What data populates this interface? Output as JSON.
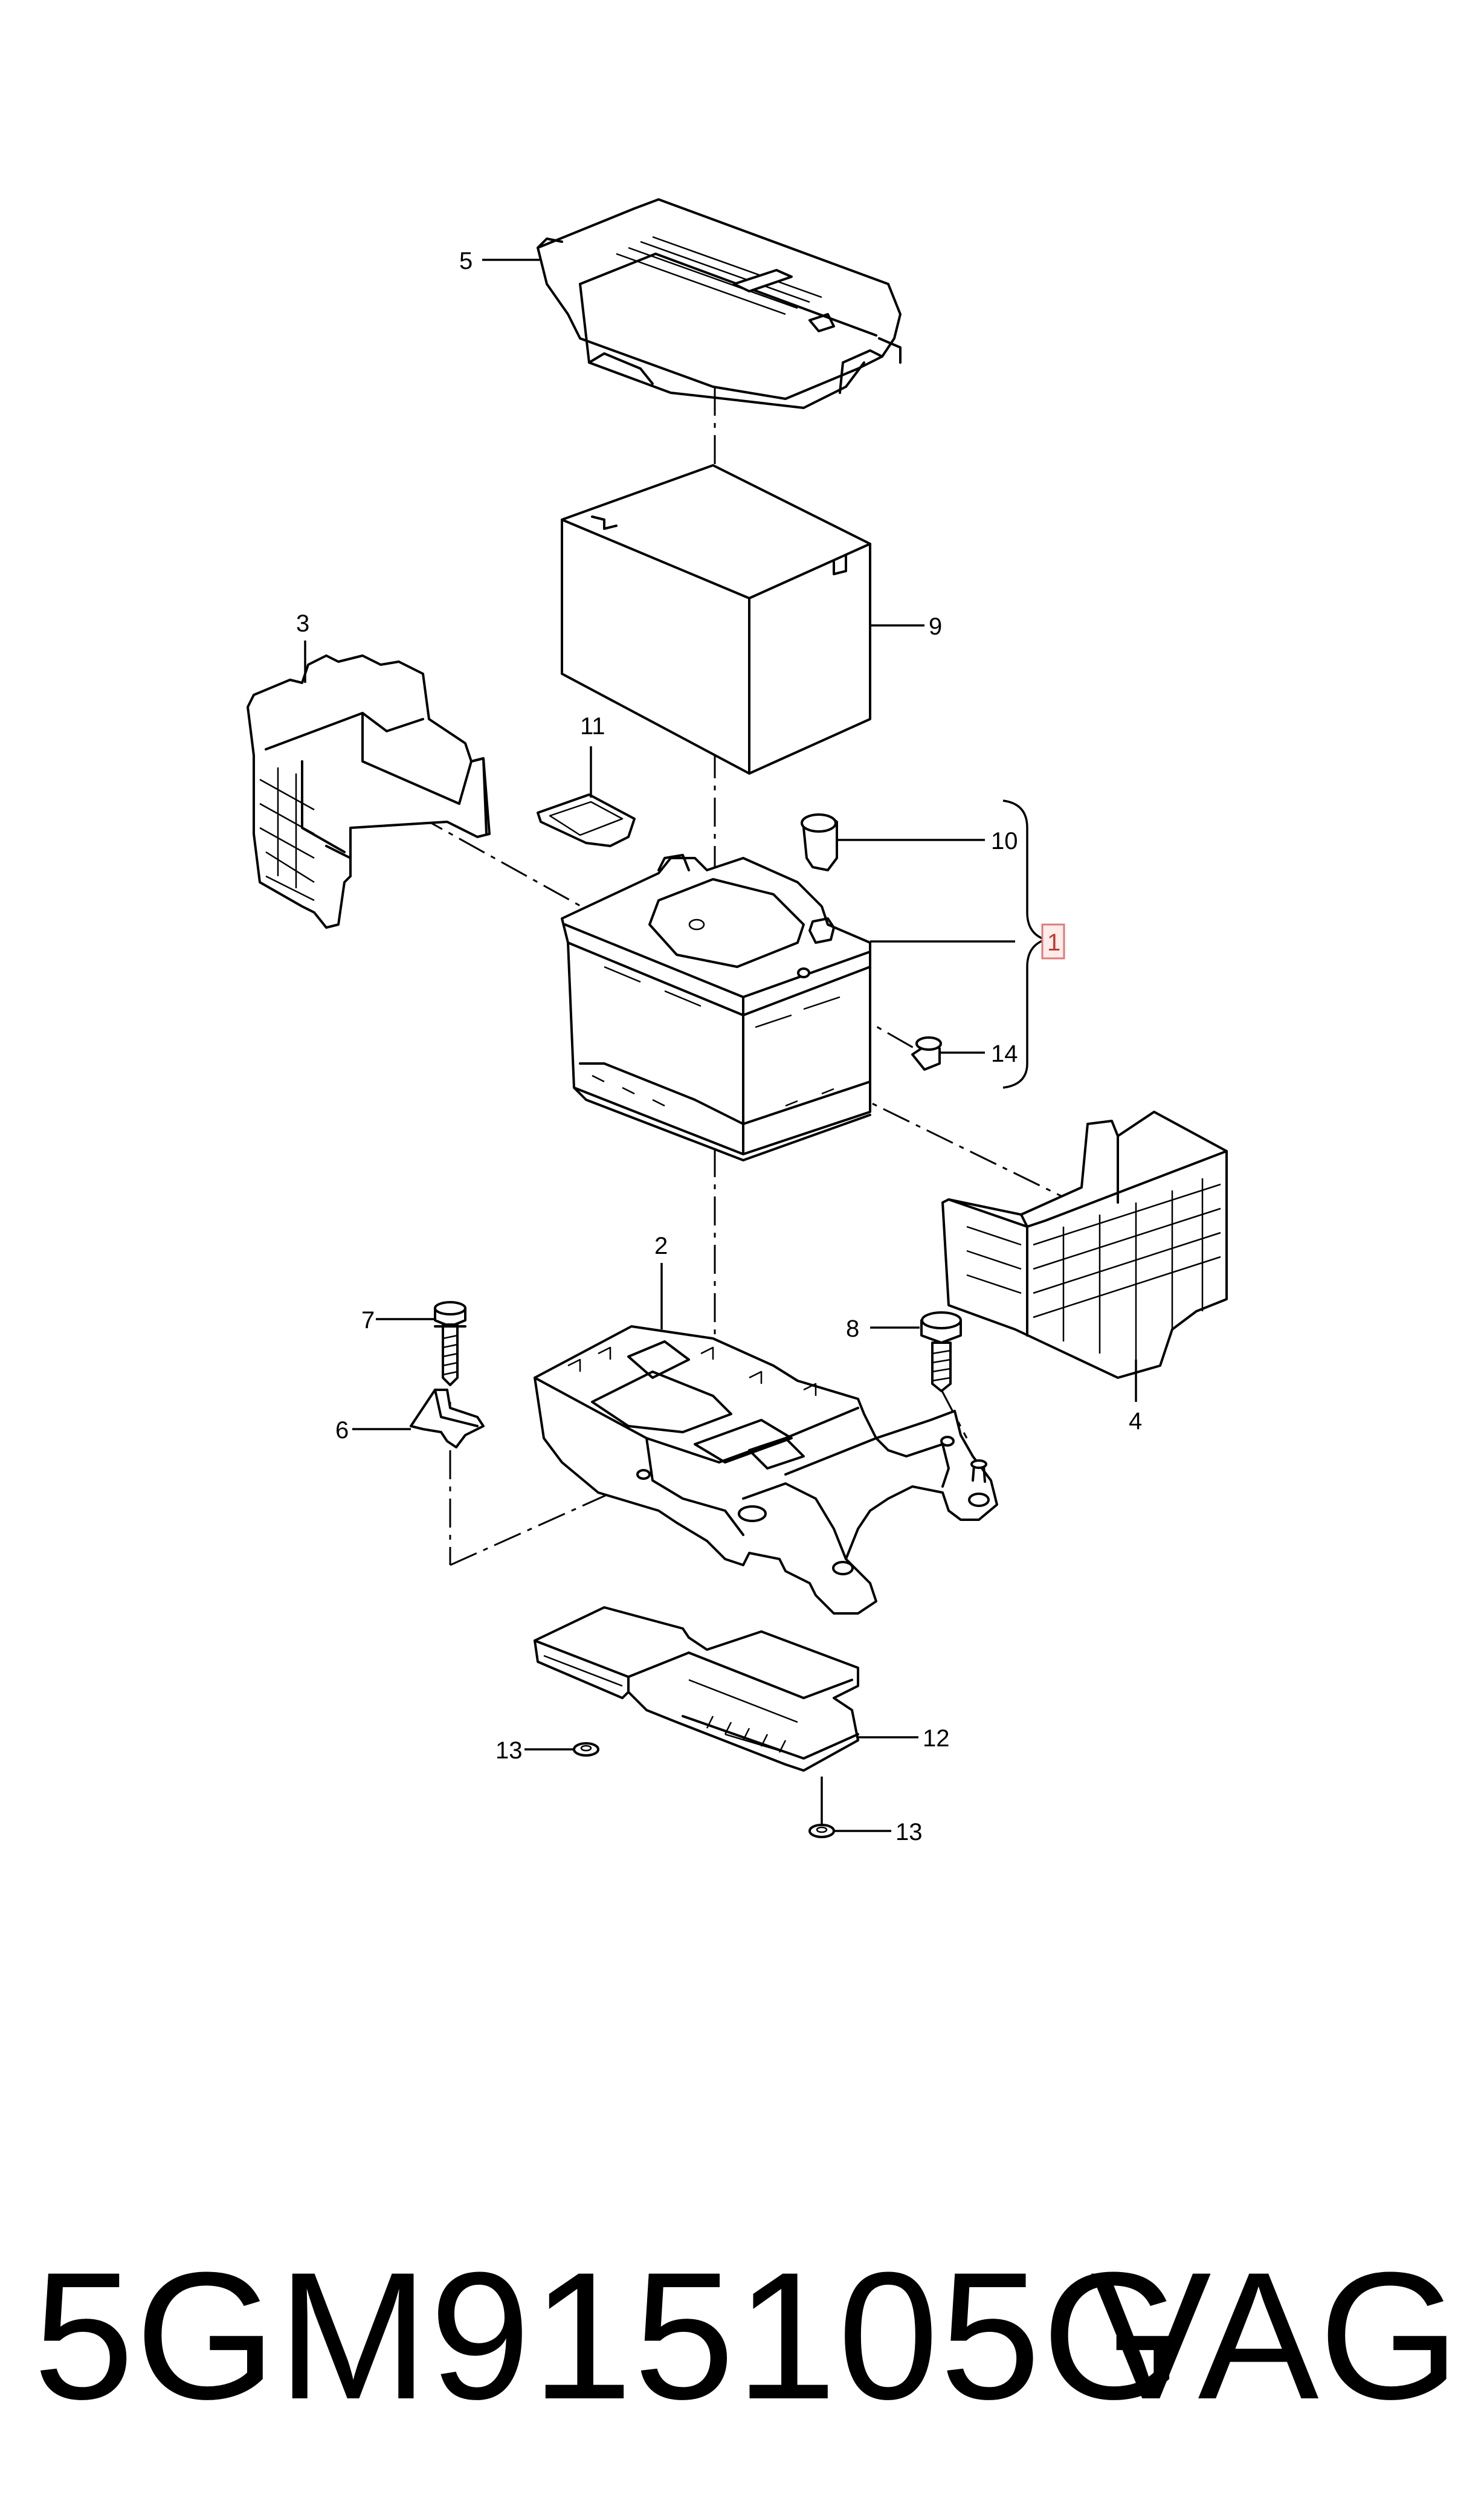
{
  "callouts": {
    "c1": "1",
    "c2": "2",
    "c3": "3",
    "c4": "4",
    "c5": "5",
    "c6": "6",
    "c7": "7",
    "c8": "8",
    "c9": "9",
    "c10": "10",
    "c11": "11",
    "c12": "12",
    "c13a": "13",
    "c13b": "13",
    "c14": "14"
  },
  "footer": {
    "part_number": "5GM915105G",
    "brand": "VAG"
  },
  "colors": {
    "line": "#000000",
    "highlight": "#e07a7a"
  }
}
